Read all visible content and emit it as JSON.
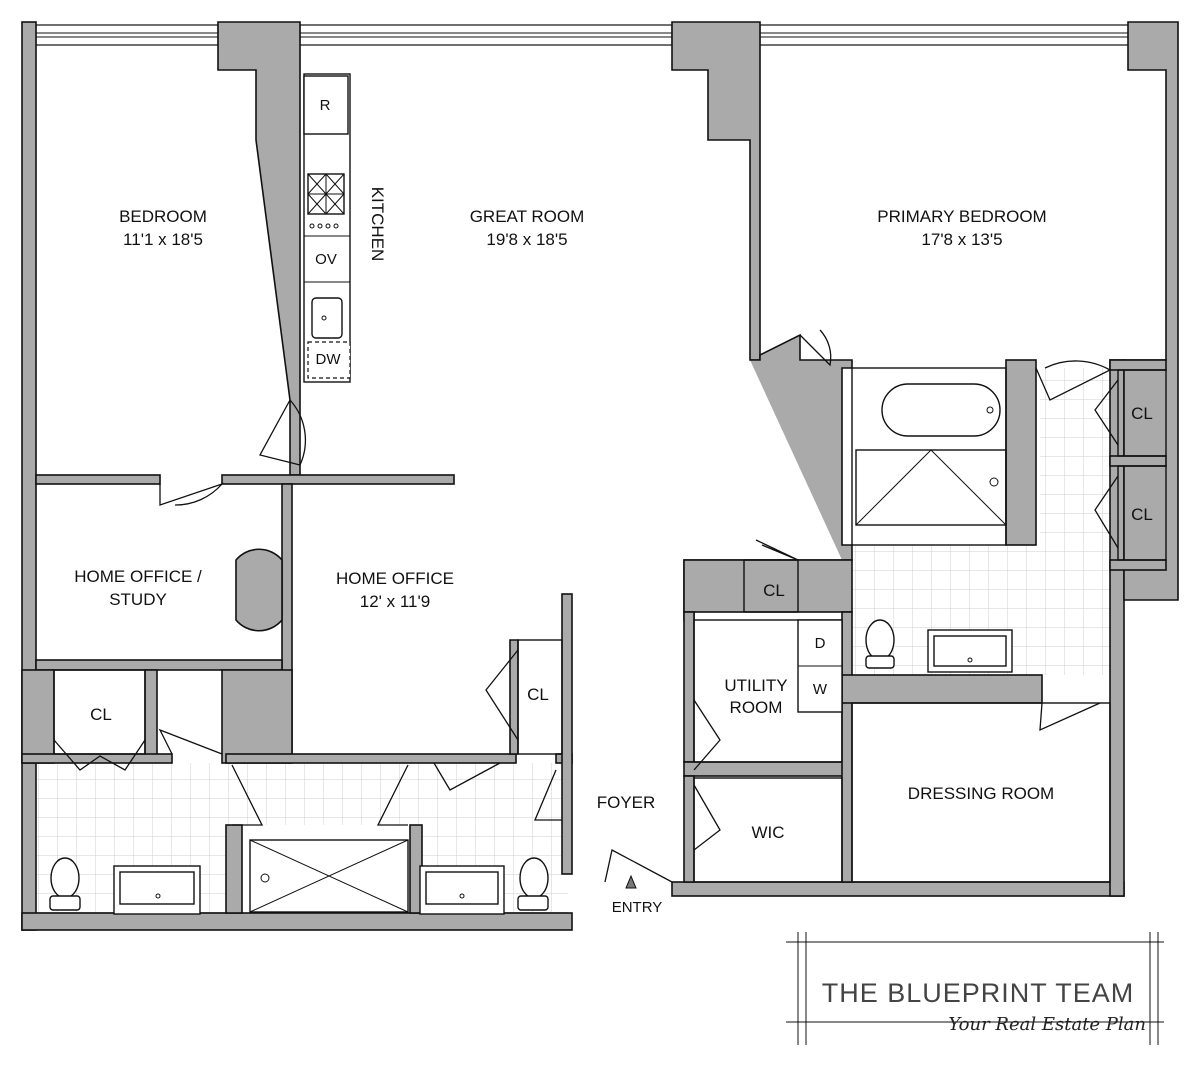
{
  "rooms": {
    "bedroom": {
      "name": "BEDROOM",
      "dims": "11'1 x 18'5"
    },
    "great_room": {
      "name": "GREAT ROOM",
      "dims": "19'8 x 18'5"
    },
    "primary_bedroom": {
      "name": "PRIMARY BEDROOM",
      "dims": "17'8 x 13'5"
    },
    "kitchen": {
      "name": "KITCHEN"
    },
    "study": {
      "line1": "HOME OFFICE /",
      "line2": "STUDY"
    },
    "home_office": {
      "name": "HOME OFFICE",
      "dims": "12' x 11'9"
    },
    "utility": {
      "line1": "UTILITY",
      "line2": "ROOM"
    },
    "foyer": {
      "name": "FOYER"
    },
    "entry": {
      "name": "ENTRY"
    },
    "wic": {
      "name": "WIC"
    },
    "dressing": {
      "name": "DRESSING ROOM"
    }
  },
  "closets": [
    "CL",
    "CL",
    "CL",
    "CL",
    "CL"
  ],
  "appliances": {
    "refrigerator": "R",
    "oven": "OV",
    "dishwasher": "DW",
    "dryer": "D",
    "washer": "W"
  },
  "logo": {
    "title": "THE BLUEPRINT TEAM",
    "tagline": "Your Real Estate Plan"
  }
}
